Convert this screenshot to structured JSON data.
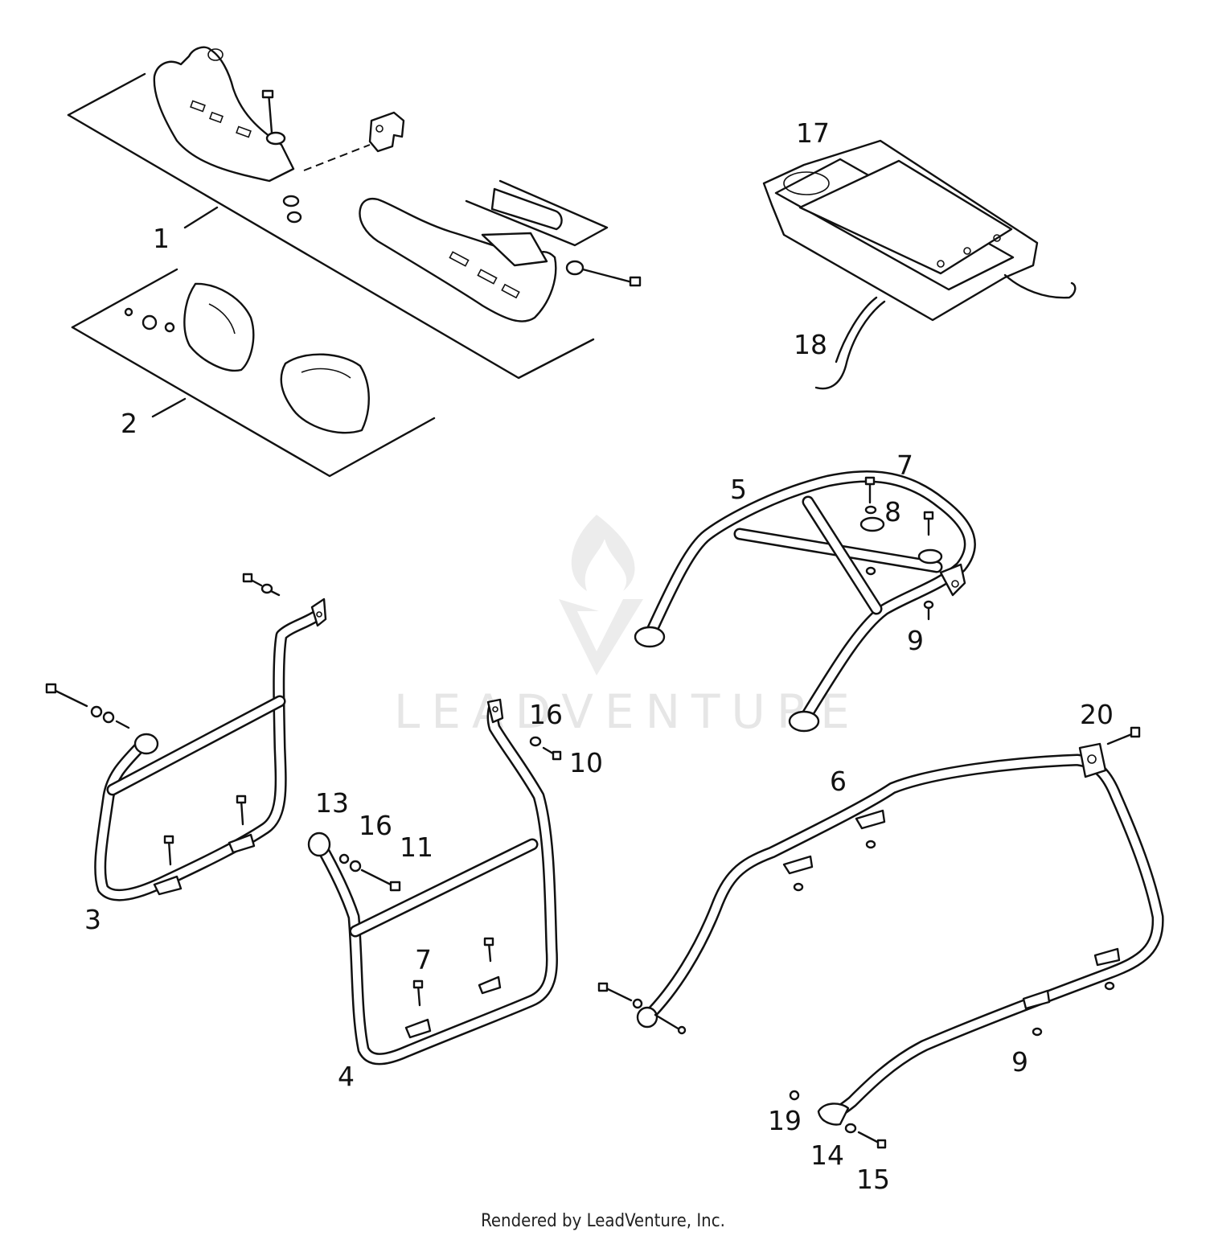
{
  "watermark": {
    "brand": "LEADVENTURE"
  },
  "footer": {
    "credit": "Rendered by LeadVenture, Inc."
  },
  "callouts": {
    "c1": "1",
    "c2": "2",
    "c3": "3",
    "c4": "4",
    "c5": "5",
    "c6": "6",
    "c7a": "7",
    "c7b": "7",
    "c8": "8",
    "c9a": "9",
    "c9b": "9",
    "c10": "10",
    "c11": "11",
    "c13": "13",
    "c14": "14",
    "c15": "15",
    "c16a": "16",
    "c16b": "16",
    "c17": "17",
    "c18": "18",
    "c19": "19",
    "c20": "20"
  }
}
